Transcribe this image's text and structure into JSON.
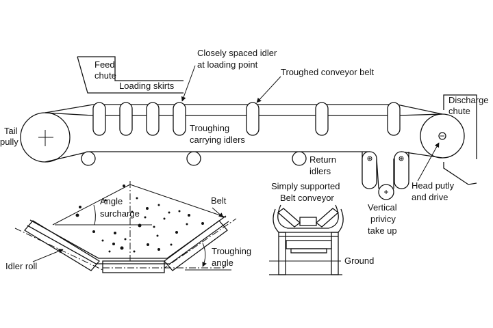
{
  "labels": {
    "feed_chute": [
      "Feed",
      "chute"
    ],
    "loading_skirts": "Loading skirts",
    "closely_spaced_idler": [
      "Closely spaced idler",
      "at loading point"
    ],
    "troughed_conveyor_belt": "Troughed conveyor belt",
    "discharge_chute": [
      "Discharge",
      "chute"
    ],
    "tail_pully": [
      "Tail",
      "pully"
    ],
    "troughing_carrying_idlers": [
      "Troughing",
      "carrying idlers"
    ],
    "return_idlers": [
      "Return",
      "idlers"
    ],
    "head_putly_and_drive": [
      "Head putly",
      "and drive"
    ],
    "vertical_privicy_take_up": [
      "Vertical",
      "privicy",
      "take up"
    ],
    "simply_supported_belt_conveyor": [
      "Simply supported",
      "Belt conveyor"
    ],
    "ground": "Ground",
    "angle_surcharge": [
      "Angle",
      "surcharge"
    ],
    "belt": "Belt",
    "troughing_angle": [
      "Troughing",
      "angle"
    ],
    "idler_roll": "Idler roll"
  }
}
